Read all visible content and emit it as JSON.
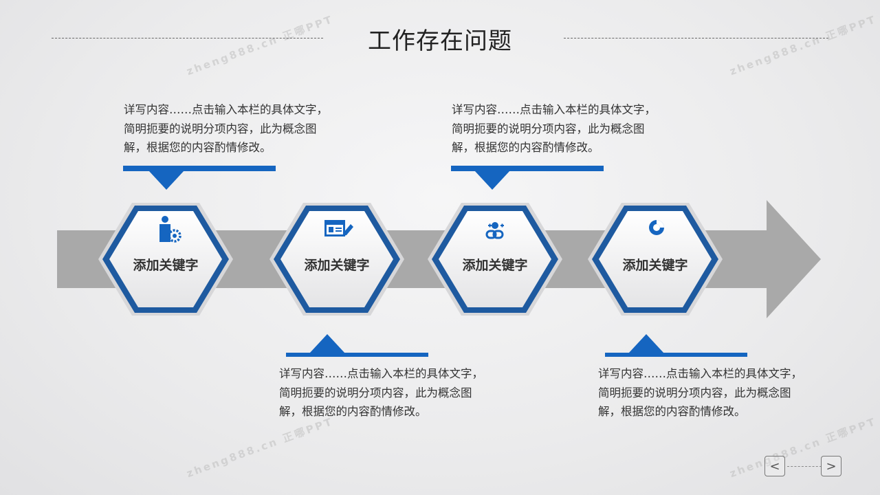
{
  "title": "工作存在问题",
  "watermark": "zheng888.cn 正哪PPT",
  "colors": {
    "accent": "#1565c0",
    "arrow": "#a9a9a9"
  },
  "items": [
    {
      "label": "添加关键字",
      "icon": "person-gear-icon",
      "desc": "详写内容……点击输入本栏的具体文字，简明扼要的说明分项内容，此为概念图解，根据您的内容酌情修改。"
    },
    {
      "label": "添加关键字",
      "icon": "browser-edit-icon",
      "desc": "详写内容……点击输入本栏的具体文字，简明扼要的说明分项内容，此为概念图解，根据您的内容酌情修改。"
    },
    {
      "label": "添加关键字",
      "icon": "link-plus-icon",
      "desc": "详写内容……点击输入本栏的具体文字，简明扼要的说明分项内容，此为概念图解，根据您的内容酌情修改。"
    },
    {
      "label": "添加关键字",
      "icon": "pie-chart-icon",
      "desc": "详写内容……点击输入本栏的具体文字，简明扼要的说明分项内容，此为概念图解，根据您的内容酌情修改。"
    }
  ],
  "nav": {
    "prev": "<",
    "next": ">"
  }
}
